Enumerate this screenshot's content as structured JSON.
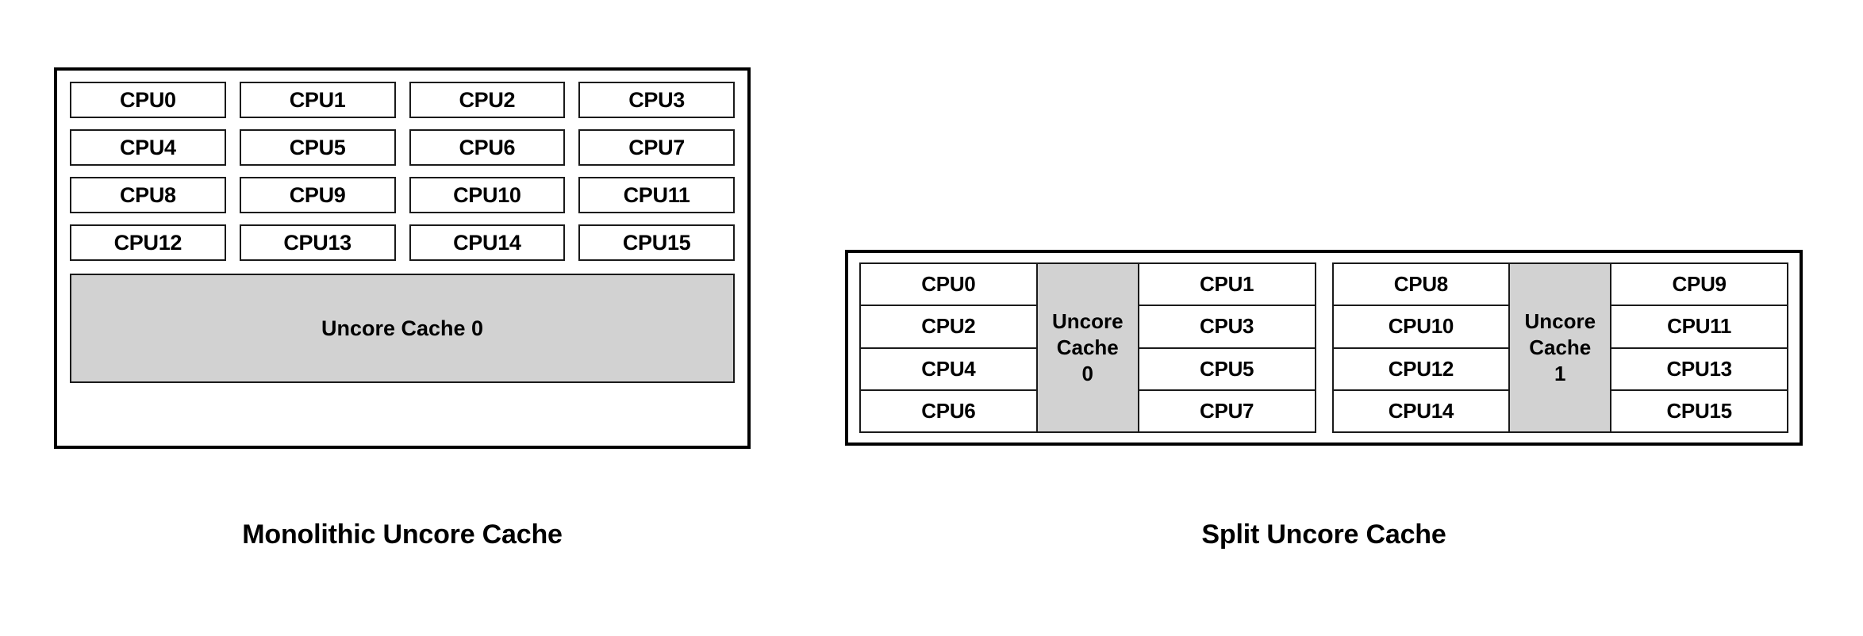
{
  "diagram": {
    "title_implicit": "Uncore Cache Topologies",
    "colors": {
      "cache_fill": "#d2d2d2",
      "box_fill": "#ffffff",
      "border": "#000000",
      "text": "#000000"
    }
  },
  "monolithic": {
    "caption": "Monolithic Uncore Cache",
    "cpus": [
      "CPU0",
      "CPU1",
      "CPU2",
      "CPU3",
      "CPU4",
      "CPU5",
      "CPU6",
      "CPU7",
      "CPU8",
      "CPU9",
      "CPU10",
      "CPU11",
      "CPU12",
      "CPU13",
      "CPU14",
      "CPU15"
    ],
    "uncore_cache_label": "Uncore Cache 0"
  },
  "split": {
    "caption": "Split Uncore Cache",
    "clusters": [
      {
        "left_cpus": [
          "CPU0",
          "CPU2",
          "CPU4",
          "CPU6"
        ],
        "cache_lines": [
          "Uncore",
          "Cache",
          "0"
        ],
        "right_cpus": [
          "CPU1",
          "CPU3",
          "CPU5",
          "CPU7"
        ]
      },
      {
        "left_cpus": [
          "CPU8",
          "CPU10",
          "CPU12",
          "CPU14"
        ],
        "cache_lines": [
          "Uncore",
          "Cache",
          "1"
        ],
        "right_cpus": [
          "CPU9",
          "CPU11",
          "CPU13",
          "CPU15"
        ]
      }
    ]
  }
}
